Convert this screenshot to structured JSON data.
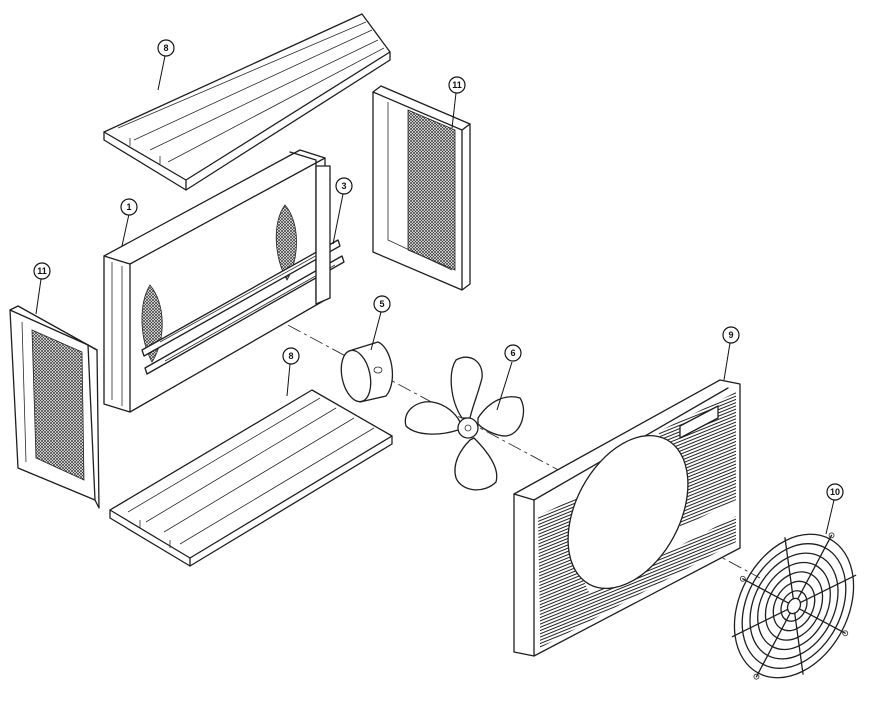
{
  "callouts": {
    "c1": "1",
    "c3": "3",
    "c5": "5",
    "c6": "6",
    "c8_top": "8",
    "c8_bottom": "8",
    "c9": "9",
    "c10": "10",
    "c11_right": "11",
    "c11_left": "11"
  },
  "colors": {
    "line": "#1e1e1e",
    "background": "#ffffff"
  }
}
